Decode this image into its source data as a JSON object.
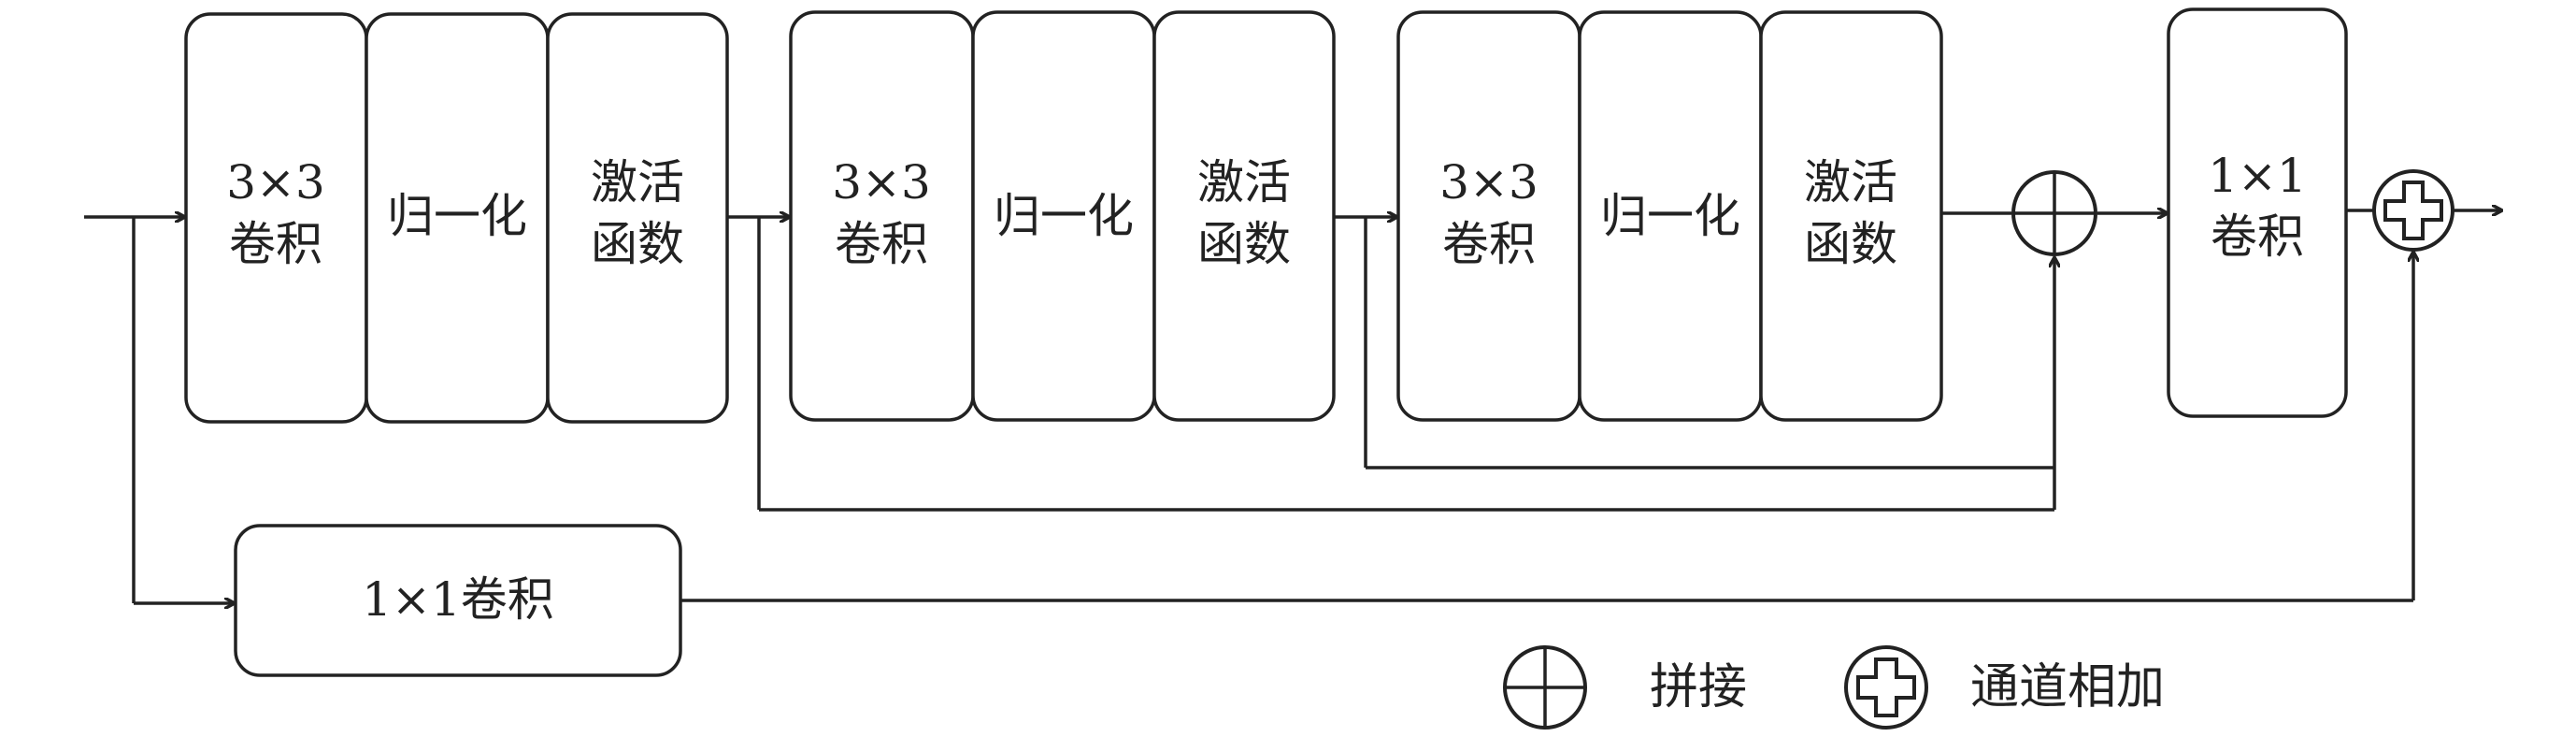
{
  "blocks": [
    {
      "id": "b1_conv",
      "lines": [
        "3×3",
        "卷积"
      ]
    },
    {
      "id": "b1_norm",
      "lines": [
        "归一化"
      ]
    },
    {
      "id": "b1_act",
      "lines": [
        "激活",
        "函数"
      ]
    },
    {
      "id": "b2_conv",
      "lines": [
        "3×3",
        "卷积"
      ]
    },
    {
      "id": "b2_norm",
      "lines": [
        "归一化"
      ]
    },
    {
      "id": "b2_act",
      "lines": [
        "激活",
        "函数"
      ]
    },
    {
      "id": "b3_conv",
      "lines": [
        "3×3",
        "卷积"
      ]
    },
    {
      "id": "b3_norm",
      "lines": [
        "归一化"
      ]
    },
    {
      "id": "b3_act",
      "lines": [
        "激活",
        "函数"
      ]
    },
    {
      "id": "final_conv",
      "lines": [
        "1×1",
        "卷积"
      ]
    },
    {
      "id": "shortcut_conv",
      "lines": [
        "1×1卷积"
      ]
    }
  ],
  "operators": {
    "concat": {
      "icon": "circle-plus-icon"
    },
    "channel_add": {
      "icon": "circle-cross-outline-icon"
    }
  },
  "legend": {
    "concat_label": "拼接",
    "channel_add_label": "通道相加"
  },
  "colors": {
    "stroke": "#222222",
    "background": "#ffffff"
  }
}
